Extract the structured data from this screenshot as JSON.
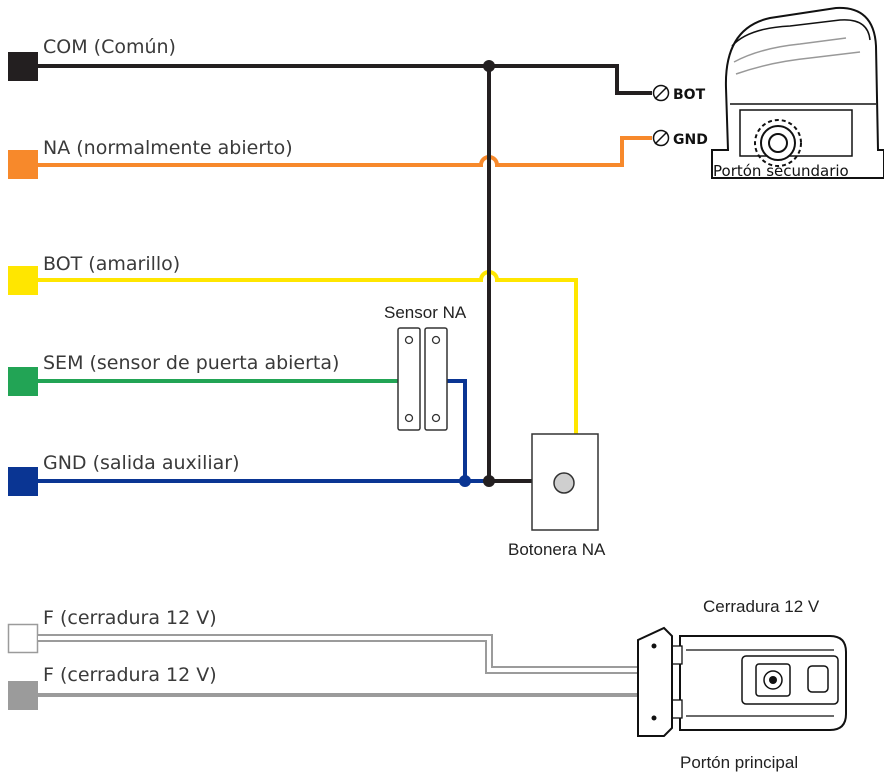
{
  "wires": [
    {
      "label": "COM (Común)",
      "color": "#231f20"
    },
    {
      "label": "NA (normalmente abierto)",
      "color": "#f7892b"
    },
    {
      "label": "BOT (amarillo)",
      "color": "#ffe600"
    },
    {
      "label": "SEM (sensor de puerta abierta)",
      "color": "#22a455"
    },
    {
      "label": "GND (salida auxiliar)",
      "color": "#0a3593"
    },
    {
      "label": "F (cerradura 12 V)",
      "color": "#ffffff"
    },
    {
      "label": "F (cerradura 12 V)",
      "color": "#9b9b9b"
    }
  ],
  "motor": {
    "terminal_1": "BOT",
    "terminal_2": "GND",
    "label": "Portón secundario"
  },
  "sensor": {
    "label": "Sensor NA"
  },
  "button": {
    "label": "Botonera NA"
  },
  "lock": {
    "label": "Cerradura 12 V",
    "gate_label": "Portón principal"
  }
}
